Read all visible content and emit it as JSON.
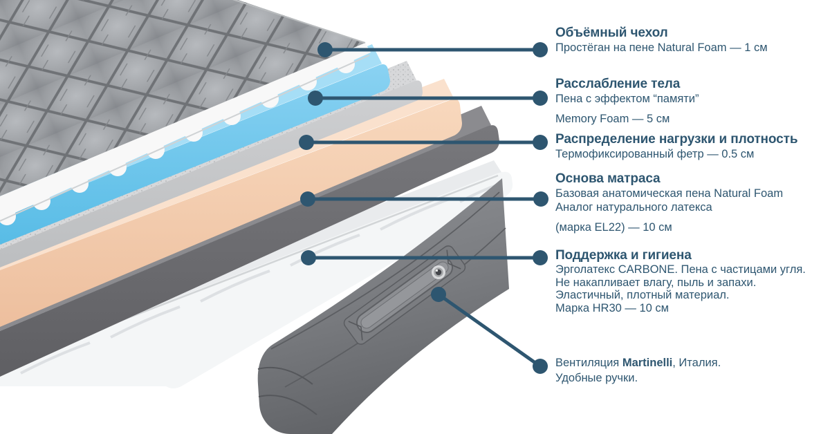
{
  "colors": {
    "accent": "#2e5670",
    "cover": "#94979b",
    "coverSeam": "#6f7276",
    "fleece": "#f8f8f8",
    "blueTop": "#a6def6",
    "feltTop": "#d7d8da",
    "peachTop": "#fae1cd",
    "darkTop": "#8b8b8f",
    "baseWhite": "#f4f6f7",
    "band": "#7e8084"
  },
  "annotations": [
    {
      "title": "Объёмный чехол",
      "lines": [
        "Простёган на пене Natural Foam — 1 см"
      ]
    },
    {
      "title": "Расслабление тела",
      "lines": [
        "Пена с эффектом “памяти”",
        "Memory Foam — 5 см"
      ]
    },
    {
      "title": "Распределение нагрузки и плотность",
      "lines": [
        "Термофиксированный фетр — 0.5 см"
      ]
    },
    {
      "title": "Основа матраса",
      "lines": [
        "Базовая анатомическая пена Natural Foam",
        "Аналог натурального латекса",
        "(марка EL22) — 10 см"
      ]
    },
    {
      "title": "Поддержка и гигиена",
      "lines": [
        "Эрголатекс CARBONE. Пена с частицами угля.",
        "Не накапливает влагу, пыль и запахи.",
        "Эластичный, плотный материал.",
        "Марка HR30 — 10 см"
      ]
    },
    {
      "prefix": "Вентиляция ",
      "brand": "Martinelli",
      "suffix": ", Италия.",
      "line2": "Удобные ручки."
    }
  ]
}
